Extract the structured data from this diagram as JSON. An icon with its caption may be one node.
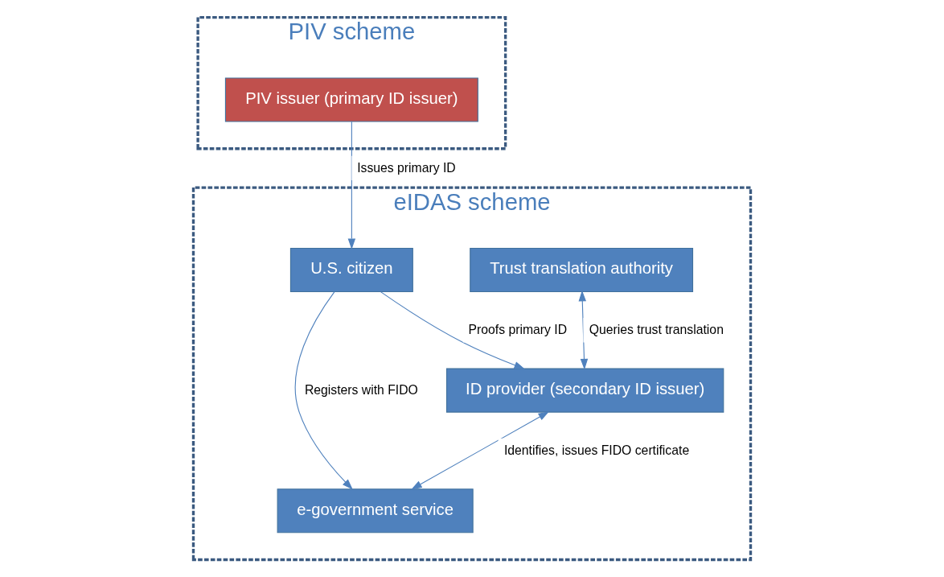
{
  "diagram": {
    "nodes": [
      {
        "text": [
          "PIV scheme"
        ]
      },
      {
        "text": [
          "eIDAS scheme"
        ]
      },
      {
        "text": [
          "PIV issuer (primary ID issuer)"
        ],
        "in": 0
      },
      {
        "text": [
          "Trust translation authority"
        ],
        "in": 1
      },
      {
        "text": [
          "e-government service"
        ],
        "in": 1
      },
      {
        "text": [
          "ID provider (secondary ID issuer)"
        ],
        "in": 1
      },
      {
        "text": [
          "U.S. citizen"
        ],
        "in": 1
      }
    ],
    "edges": [
      {
        "from": 3,
        "to": 5,
        "arrow": "both",
        "label": "Queries trust translation"
      },
      {
        "from": 5,
        "to": 4,
        "arrow": "both",
        "label": "Identifies, issues FIDO certificate"
      },
      {
        "from": 6,
        "to": 5,
        "arrow": "to",
        "label": "Proofs primary ID"
      },
      {
        "from": 6,
        "to": 4,
        "arrow": "to",
        "label": "Registers with FIDO"
      },
      {
        "from": 2,
        "to": 6,
        "arrow": "to",
        "label": "Issues primary ID"
      }
    ]
  }
}
